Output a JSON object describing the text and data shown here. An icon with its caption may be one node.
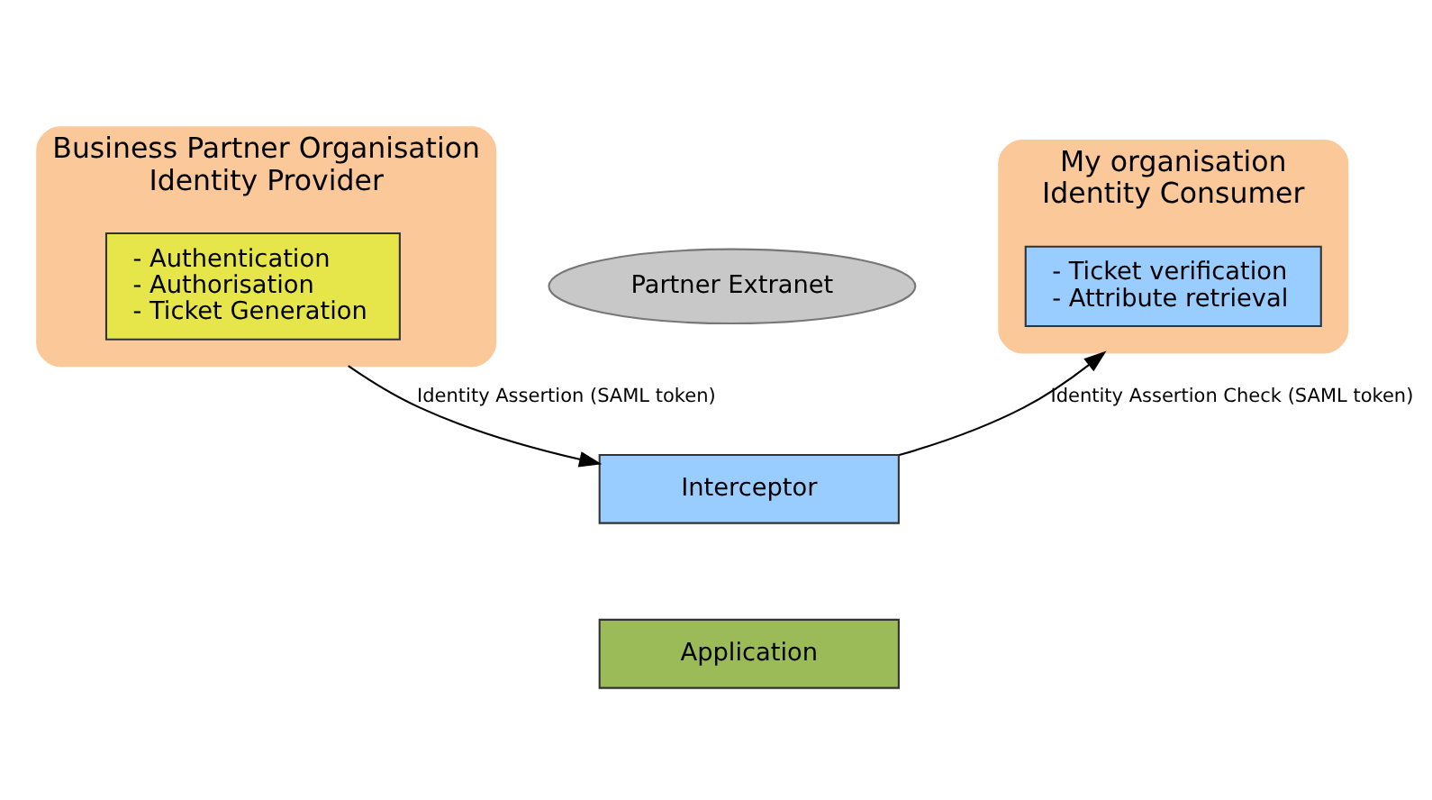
{
  "diagram": {
    "nodes": [
      {
        "text": [
          "Business Partner Organisation",
          "Identity Provider"
        ]
      },
      {
        "text": [
          "- Authentication",
          "- Authorisation",
          "- Ticket Generation"
        ],
        "in": 0
      },
      {
        "text": [
          "My organisation",
          "Identity Consumer"
        ]
      },
      {
        "text": [
          "- Ticket verification",
          "- Attribute retrieval"
        ],
        "in": 2
      },
      {
        "text": [
          "Partner Extranet"
        ]
      },
      {
        "text": [
          "Interceptor"
        ]
      },
      {
        "text": [
          "Application"
        ]
      }
    ],
    "edges": [
      {
        "from": 0,
        "to": 5,
        "arrow": "to",
        "label": "Identity Assertion (SAML token)"
      },
      {
        "from": 5,
        "to": 2,
        "arrow": "to",
        "label": "Identity Assertion Check (SAML token)"
      }
    ]
  }
}
